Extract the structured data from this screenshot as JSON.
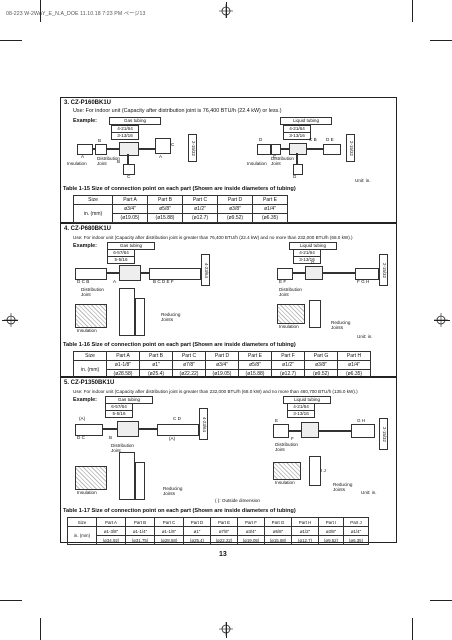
{
  "header": "08-223 W-2WAY_E_N.A_DOE  11.10.18  7:23 PM  ページ13",
  "page_number": "13",
  "s3": {
    "title": "3.  CZ-P160BK1U",
    "desc": "Use: For indoor unit (Capacity after distribution joint is 76,400 BTU/h (22.4 kW) or less.)",
    "example": "Example:",
    "gas_tubing": "Gas tubing",
    "liquid_tubing": "Liquid tubing",
    "gas_dim1": "4-21/64",
    "gas_dim2": "3-13/16",
    "gas_vdim": "2-15/32",
    "liq_dim1": "4-21/64",
    "liq_dim2": "3-13/16",
    "liq_vdim": "2-15/32",
    "label_A": "A",
    "label_B": "B",
    "label_C": "C",
    "label_D": "D",
    "label_E": "E",
    "label_BC": "B",
    "label_CB": "C B",
    "label_DE": "D E",
    "insulation": "Insulation",
    "distribution_joint": "Distribution\nJoint",
    "unit": "Unit: in.",
    "table_caption": "Table 1-15  Size of connection point on each part (Shown are inside diameters of tubing)",
    "table": {
      "headers": [
        "Size",
        "Part A",
        "Part B",
        "Part C",
        "Part D",
        "Part E"
      ],
      "row_label": "in. (mm)",
      "inch": [
        "ø3/4\"",
        "ø5/8\"",
        "ø1/2\"",
        "ø3/8\"",
        "ø1/4\""
      ],
      "mm": [
        "(ø19.05)",
        "(ø15.88)",
        "(ø12.7)",
        "(ø9.52)",
        "(ø6.35)"
      ]
    }
  },
  "s4": {
    "title": "4.  CZ-P680BK1U",
    "desc": "Use: For indoor unit (Capacity after distribution joint is greater than 76,400 BTU/h (22.4 kW) and no more than 232,000 BTU/h (68.0 kW).)",
    "example": "Example:",
    "gas_tubing": "Gas tubing",
    "liquid_tubing": "Liquid tubing",
    "gas_dim1": "6-57/64",
    "gas_dim2": "5-5/16",
    "gas_vdim": "4-23/64",
    "liq_dim1": "4-21/64",
    "liq_dim2": "3-13/16",
    "liq_vdim": "2-15/32",
    "label_DCB": "D C B",
    "label_BCDEF": "B  C D    E F",
    "label_A": "A",
    "label_EF": "E F",
    "label_FGH": "F G H",
    "label_G": "G",
    "distribution_joint": "Distribution\nJoint",
    "insulation": "Insulation",
    "reducing_joints": "Reducing\nJoints",
    "unit": "Unit: in.",
    "table_caption": "Table 1-16  Size of connection point on each part (Shown are inside diameters of tubing)",
    "table": {
      "headers": [
        "Size",
        "Part A",
        "Part B",
        "Part C",
        "Part D",
        "Part E",
        "Part F",
        "Part G",
        "Part H"
      ],
      "row_label": "in. (mm)",
      "inch": [
        "ø1-1/8\"",
        "ø1\"",
        "ø7/8\"",
        "ø3/4\"",
        "ø5/8\"",
        "ø1/2\"",
        "ø3/8\"",
        "ø1/4\""
      ],
      "mm": [
        "(ø28.58)",
        "(ø25.4)",
        "(ø22.22)",
        "(ø19.05)",
        "(ø15.88)",
        "(ø12.7)",
        "(ø9.52)",
        "(ø6.35)"
      ]
    }
  },
  "s5": {
    "title": "5.  CZ-P1350BK1U",
    "desc": "Use: For indoor unit (Capacity after distribution joint is greater than 232,000 BTU/h (68.0 kW) and no more than 460,700 BTU/h (135.0 kW).)",
    "example": "Example:",
    "gas_tubing": "Gas tubing",
    "liquid_tubing": "Liquid tubing",
    "gas_dim1": "6-57/64",
    "gas_dim2": "5-5/16",
    "gas_vdim": "4-23/64",
    "liq_dim1": "4-21/64",
    "liq_dim2": "3-13/16",
    "liq_vdim": "2-15/32",
    "label_A_paren": "(A)",
    "label_DC": "D  C",
    "label_B": "B",
    "label_CD": "C D",
    "label_A2": "(A)",
    "label_E": "E",
    "label_F": "F",
    "label_GH": "G H",
    "label_IJ": "I J",
    "distribution_joint": "Distribution\nJoint",
    "insulation": "Insulation",
    "reducing_joints": "Reducing\nJoints",
    "outside_dim": "(   ): Outside dimension",
    "unit": "Unit: in.",
    "table_caption": "Table 1-17  Size of connection point on each part (Shown are inside diameters of tubing)",
    "table": {
      "headers": [
        "Size",
        "Part A",
        "Part B",
        "Part C",
        "Part D",
        "Part E",
        "Part F",
        "Part G",
        "Part H",
        "Part I",
        "Part J"
      ],
      "row_label": "in. (mm)",
      "inch": [
        "ø1-3/8\"",
        "ø1-1/4\"",
        "ø1-1/8\"",
        "ø1\"",
        "ø7/8\"",
        "ø3/4\"",
        "ø5/8\"",
        "ø1/2\"",
        "ø3/8\"",
        "ø1/4\""
      ],
      "mm": [
        "(ø34.92)",
        "(ø31.75)",
        "(ø28.58)",
        "(ø25.4)",
        "(ø22.22)",
        "(ø19.05)",
        "(ø15.88)",
        "(ø12.7)",
        "(ø9.52)",
        "(ø6.35)"
      ]
    }
  }
}
